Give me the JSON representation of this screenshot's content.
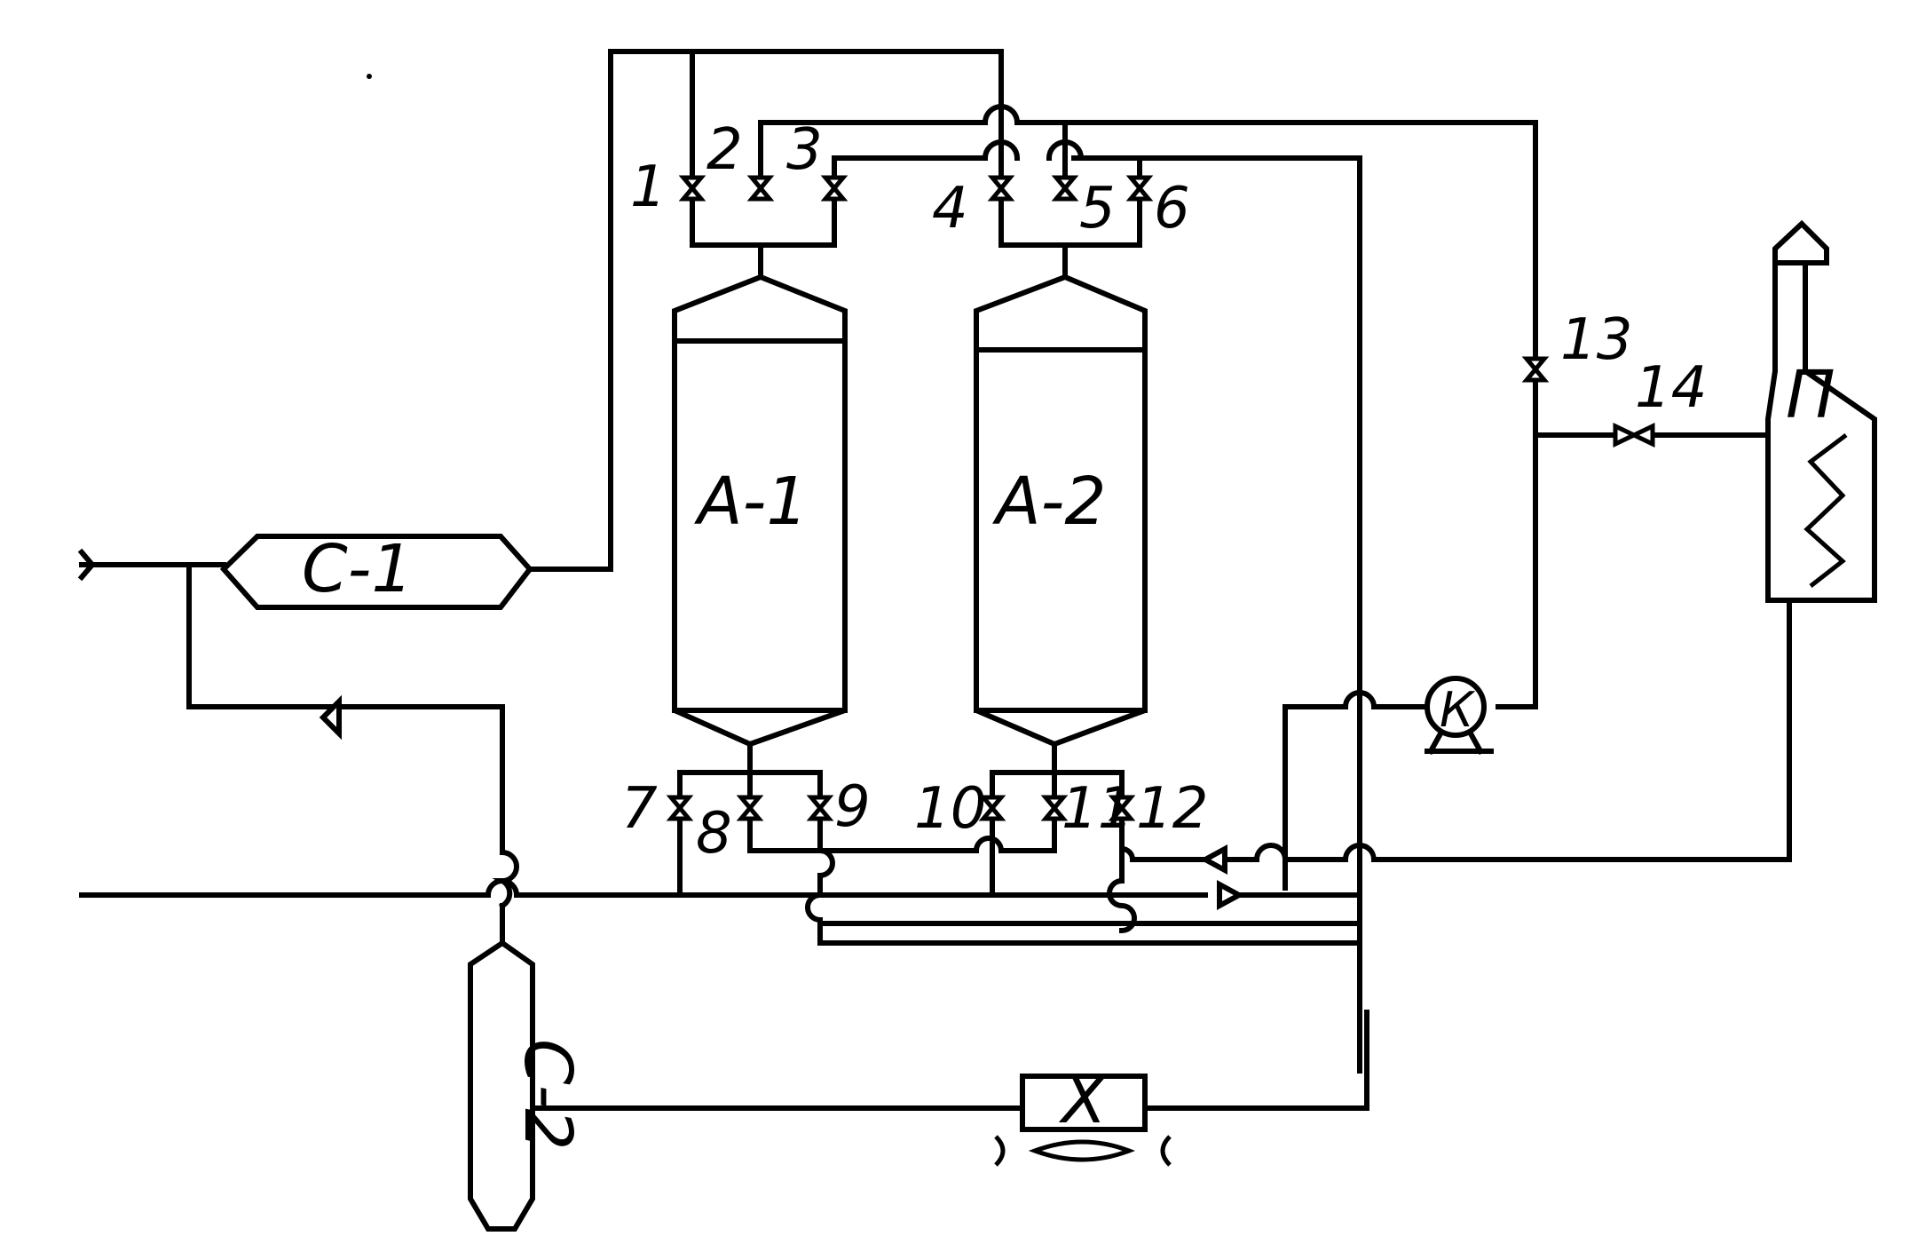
{
  "equipment": {
    "a1": "А-1",
    "a2": "А-2",
    "c1": "С-1",
    "c2": "С-2",
    "p": "П",
    "k": "К",
    "x": "Х"
  },
  "valves": {
    "v1": "1",
    "v2": "2",
    "v3": "3",
    "v4": "4",
    "v5": "5",
    "v6": "6",
    "v7": "7",
    "v8": "8",
    "v9": "9",
    "v10": "10",
    "v11": "11",
    "v12": "12",
    "v13": "13",
    "v14": "14"
  }
}
